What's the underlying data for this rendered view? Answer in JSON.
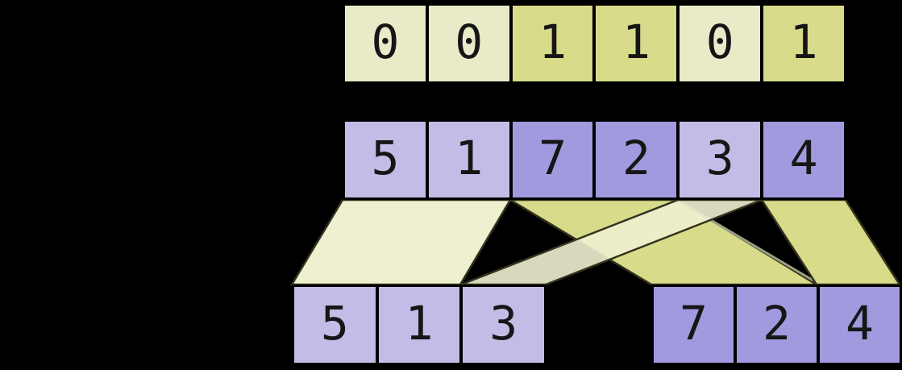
{
  "colors": {
    "background": "#000000",
    "mask_zero_fill": "#e9ebc8",
    "mask_one_fill": "#d8db89",
    "value_zero_fill": "#c3bce7",
    "value_one_fill": "#a19ade",
    "funnel_light_fill": "#eef0d0",
    "funnel_dark_fill": "#d8db89",
    "funnel_stroke": "#32321e",
    "hidden_edge_stroke": "#9aa086",
    "cell_border": "#000000",
    "digit_color": "#161616"
  },
  "rows": {
    "mask": {
      "palette": "yellow",
      "cells": [
        {
          "text": "0",
          "shade": "zero"
        },
        {
          "text": "0",
          "shade": "zero"
        },
        {
          "text": "1",
          "shade": "one"
        },
        {
          "text": "1",
          "shade": "one"
        },
        {
          "text": "0",
          "shade": "zero"
        },
        {
          "text": "1",
          "shade": "one"
        }
      ]
    },
    "input": {
      "palette": "purple",
      "cells": [
        {
          "text": "5",
          "shade": "zero"
        },
        {
          "text": "1",
          "shade": "zero"
        },
        {
          "text": "7",
          "shade": "one"
        },
        {
          "text": "2",
          "shade": "one"
        },
        {
          "text": "3",
          "shade": "zero"
        },
        {
          "text": "4",
          "shade": "one"
        }
      ]
    },
    "output_left": {
      "palette": "purple",
      "cells": [
        {
          "text": "5",
          "shade": "zero"
        },
        {
          "text": "1",
          "shade": "zero"
        },
        {
          "text": "3",
          "shade": "zero"
        }
      ]
    },
    "output_right": {
      "palette": "purple",
      "cells": [
        {
          "text": "7",
          "shade": "one"
        },
        {
          "text": "2",
          "shade": "one"
        },
        {
          "text": "4",
          "shade": "one"
        }
      ]
    }
  }
}
